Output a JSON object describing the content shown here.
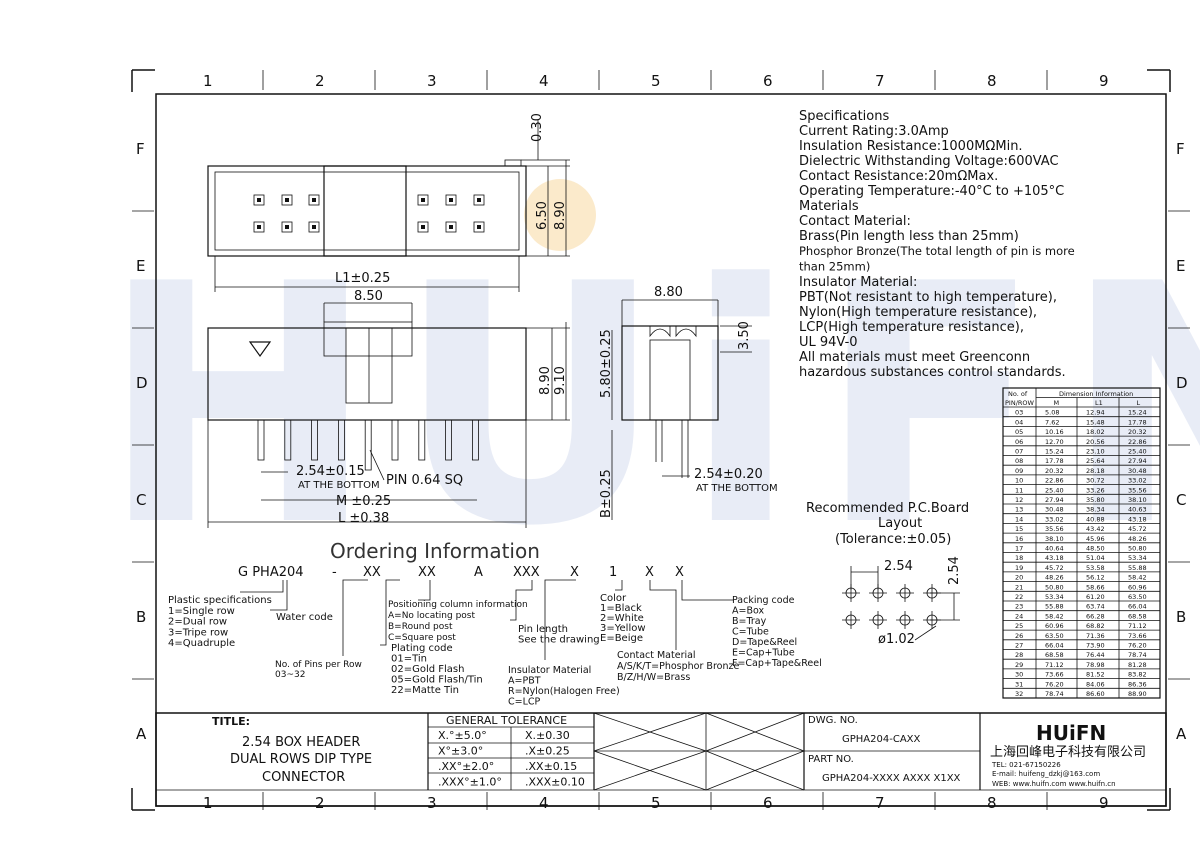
{
  "border": {
    "columns": [
      "1",
      "2",
      "3",
      "4",
      "5",
      "6",
      "7",
      "8",
      "9"
    ],
    "rows": [
      "F",
      "E",
      "D",
      "C",
      "B",
      "A"
    ]
  },
  "specs": [
    "Specifications",
    "Current  Rating:3.0Amp",
    "Insulation  Resistance:1000MΩMin.",
    "Dielectric  Withstanding  Voltage:600VAC",
    "Contact  Resistance:20mΩMax.",
    "Operating  Temperature:-40°C  to  +105°C",
    "Materials",
    "Contact  Material:",
    "Brass(Pin  length  less  than  25mm)",
    "Phosphor Bronze(The total length of pin is more",
    "than 25mm)",
    "Insulator  Material:",
    "PBT(Not  resistant  to  high  temperature),",
    "Nylon(High  temperature  resistance),",
    "LCP(High  temperature  resistance),",
    "UL  94V-0",
    "All  materials  must  meet  Greenconn",
    "hazardous  substances  control  standards."
  ],
  "dims": {
    "top_h1": "0.30",
    "top_h2": "6.50",
    "top_h3": "8.90",
    "l1": "L1±0.25",
    "w850": "8.50",
    "front_h1": "8.90",
    "front_h2": "9.10",
    "pitch": "2.54±0.15",
    "at_bottom": "AT THE BOTTOM",
    "pin": "PIN  0.64  SQ",
    "m": "M  ±0.25",
    "l": "L  ±0.38",
    "side_w": "8.80",
    "side_h": "3.50",
    "side_v": "5.80±0.25",
    "side_b": "B±0.25",
    "side_pitch": "2.54±0.20",
    "side_at_bottom": "AT THE BOTTOM"
  },
  "pcb": {
    "title1": "Recommended  P.C.Board",
    "title2": "Layout",
    "title3": "(Tolerance:±0.05)",
    "pitch_h": "2.54",
    "pitch_v": "2.54",
    "hole": "ø1.02"
  },
  "ordering": {
    "title": "Ordering  Information",
    "code": [
      "G PHA204",
      "-",
      "XX",
      "XX",
      "A",
      "XXX",
      "X",
      "1",
      "X",
      "X"
    ],
    "plastic": [
      "Plastic  specifications",
      "1=Single  row",
      "2=Dual  row",
      "3=Tripe  row",
      "4=Quadruple"
    ],
    "water": "Water  code",
    "pins": [
      "No. of Pins per Row",
      "03~32"
    ],
    "plating": [
      "Plating  code",
      "01=Tin",
      "02=Gold  Flash",
      "05=Gold  Flash/Tin",
      "22=Matte  Tin"
    ],
    "positioning": [
      "Positioning  column  information",
      "A=No  locating  post",
      "B=Round  post",
      "C=Square  post"
    ],
    "pinlen": [
      "Pin  length",
      "See  the  drawing"
    ],
    "insulator": [
      "Insulator  Material",
      "A=PBT",
      "R=Nylon(Halogen  Free)",
      "C=LCP"
    ],
    "color": [
      "Color",
      "1=Black",
      "2=White",
      "3=Yellow",
      "E=Beige"
    ],
    "contact": [
      "Contact  Material",
      "A/S/K/T=Phosphor  Bronze",
      "B/Z/H/W=Brass"
    ],
    "packing": [
      "Packing  code",
      "A=Box",
      "B=Tray",
      "C=Tube",
      "D=Tape&Reel",
      "E=Cap+Tube",
      "F=Cap+Tape&Reel"
    ]
  },
  "dimtable": {
    "h_pin": "No.  of",
    "h_pin2": "PIN/ROW",
    "h_dim": "Dimension  Information",
    "cols": [
      "M",
      "L1",
      "L"
    ],
    "rows": [
      [
        "03",
        "5.08",
        "12.94",
        "15.24"
      ],
      [
        "04",
        "7.62",
        "15.48",
        "17.78"
      ],
      [
        "05",
        "10.16",
        "18.02",
        "20.32"
      ],
      [
        "06",
        "12.70",
        "20.56",
        "22.86"
      ],
      [
        "07",
        "15.24",
        "23.10",
        "25.40"
      ],
      [
        "08",
        "17.78",
        "25.64",
        "27.94"
      ],
      [
        "09",
        "20.32",
        "28.18",
        "30.48"
      ],
      [
        "10",
        "22.86",
        "30.72",
        "33.02"
      ],
      [
        "11",
        "25.40",
        "33.26",
        "35.56"
      ],
      [
        "12",
        "27.94",
        "35.80",
        "38.10"
      ],
      [
        "13",
        "30.48",
        "38.34",
        "40.63"
      ],
      [
        "14",
        "33.02",
        "40.88",
        "43.18"
      ],
      [
        "15",
        "35.56",
        "43.42",
        "45.72"
      ],
      [
        "16",
        "38.10",
        "45.96",
        "48.26"
      ],
      [
        "17",
        "40.64",
        "48.50",
        "50.80"
      ],
      [
        "18",
        "43.18",
        "51.04",
        "53.34"
      ],
      [
        "19",
        "45.72",
        "53.58",
        "55.88"
      ],
      [
        "20",
        "48.26",
        "56.12",
        "58.42"
      ],
      [
        "21",
        "50.80",
        "58.66",
        "60.96"
      ],
      [
        "22",
        "53.34",
        "61.20",
        "63.50"
      ],
      [
        "23",
        "55.88",
        "63.74",
        "66.04"
      ],
      [
        "24",
        "58.42",
        "66.28",
        "68.58"
      ],
      [
        "25",
        "60.96",
        "68.82",
        "71.12"
      ],
      [
        "26",
        "63.50",
        "71.36",
        "73.66"
      ],
      [
        "27",
        "66.04",
        "73.90",
        "76.20"
      ],
      [
        "28",
        "68.58",
        "76.44",
        "78.74"
      ],
      [
        "29",
        "71.12",
        "78.98",
        "81.28"
      ],
      [
        "30",
        "73.66",
        "81.52",
        "83.82"
      ],
      [
        "31",
        "76.20",
        "84.06",
        "86.36"
      ],
      [
        "32",
        "78.74",
        "86.60",
        "88.90"
      ]
    ]
  },
  "titleblock": {
    "title_label": "TITLE:",
    "title_lines": [
      "2.54  BOX  HEADER",
      "DUAL  ROWS  DIP  TYPE",
      "CONNECTOR"
    ],
    "tol_header": "GENERAL  TOLERANCE",
    "tol": [
      [
        "X.°±5.0°",
        "X.±0.30"
      ],
      [
        "X°±3.0°",
        ".X±0.25"
      ],
      [
        ".XX°±2.0°",
        ".XX±0.15"
      ],
      [
        ".XXX°±1.0°",
        ".XXX±0.10"
      ]
    ],
    "dwg_label": "DWG.  NO.",
    "dwg_no": "GPHA204-CAXX",
    "part_label": "PART  NO.",
    "part_no": "GPHA204-XXXX  AXXX  X1XX",
    "brand": "HUiFN",
    "company": "上海回峰电子科技有限公司",
    "tel": "TEL:  021-67150226",
    "email": "E-mail:  huifeng_dzkj@163.com",
    "web": "WEB:  www.huifn.com    www.huifn.cn"
  },
  "watermark": "HUiFN"
}
